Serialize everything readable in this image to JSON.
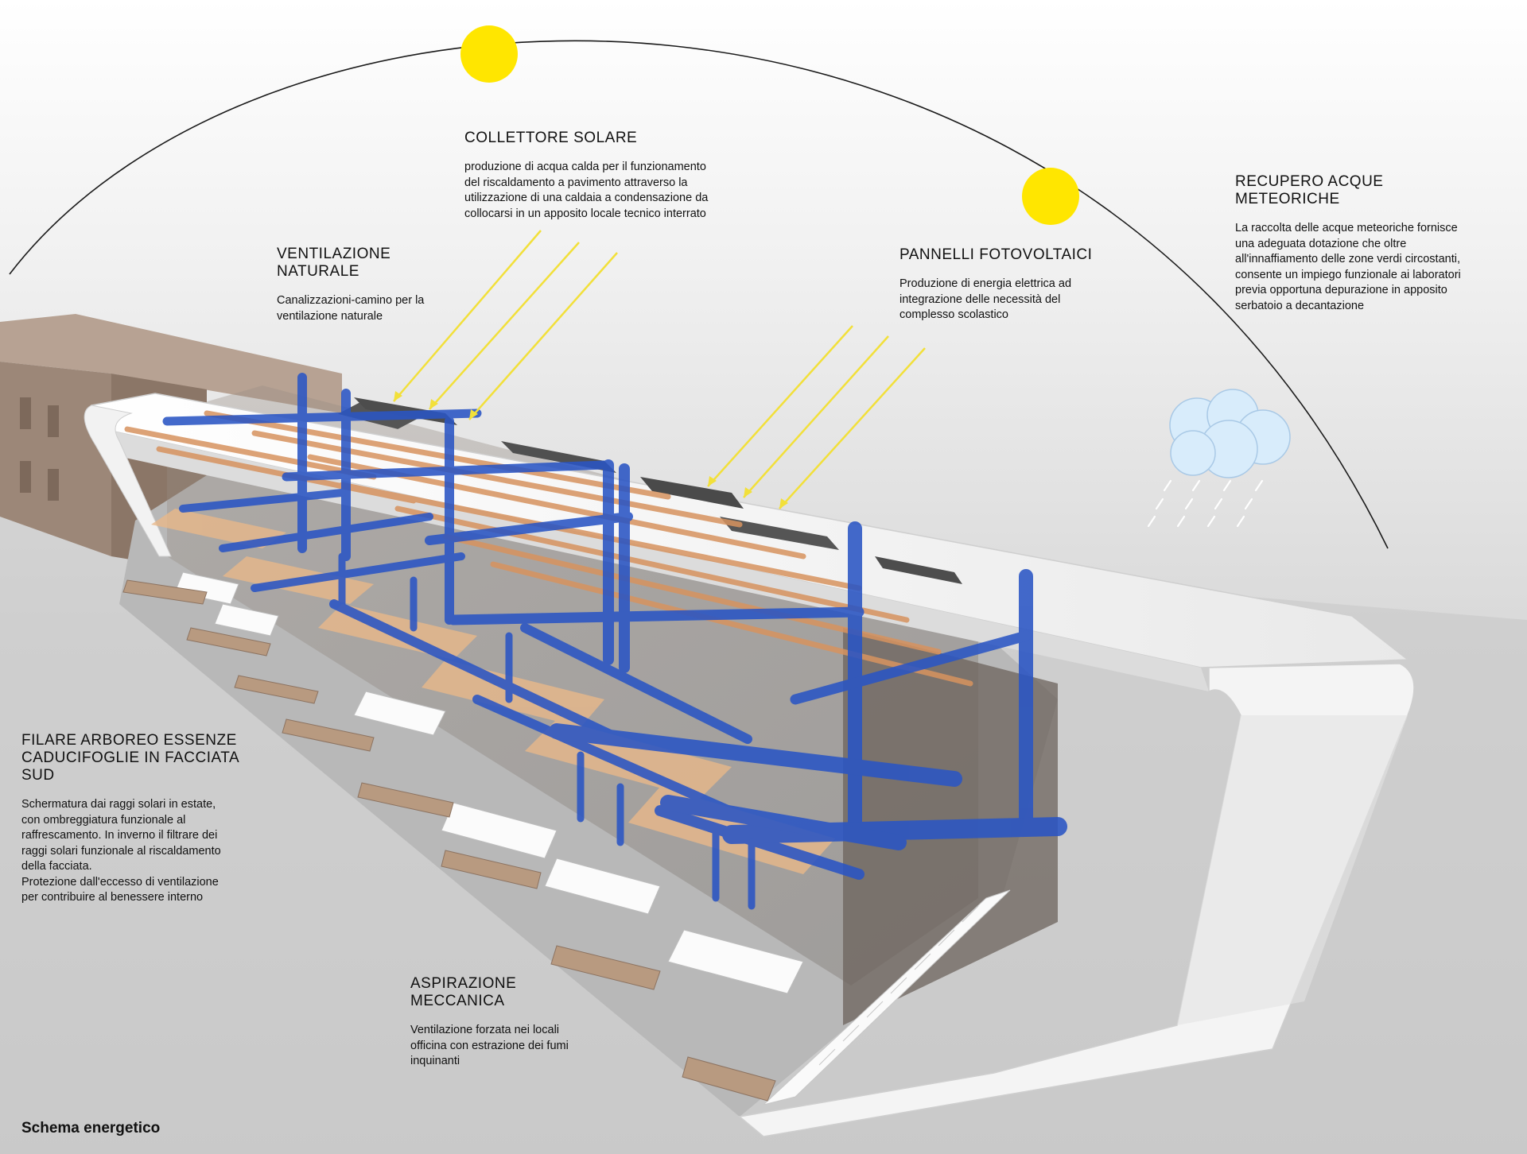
{
  "labels": {
    "collettore": {
      "title": "COLLETTORE SOLARE",
      "text": "produzione di acqua calda per il funzionamento\ndel riscaldamento a pavimento attraverso la\nutilizzazione di una caldaia a condensazione da\ncollocarsi in un apposito locale tecnico interrato"
    },
    "ventilazione": {
      "title": "VENTILAZIONE\nNATURALE",
      "text": "Canalizzazioni-camino per la\nventilazione naturale"
    },
    "pannelli": {
      "title": "PANNELLI FOTOVOLTAICI",
      "text": "Produzione di energia elettrica ad\nintegrazione delle necessità del\ncomplesso scolastico"
    },
    "recupero": {
      "title": "RECUPERO ACQUE\nMETEORICHE",
      "text": "La raccolta delle acque meteoriche fornisce\nuna adeguata dotazione che oltre\nall'innaffiamento delle zone verdi circostanti,\nconsente un impiego funzionale ai laboratori\nprevia opportuna depurazione in apposito\nserbatoio a decantazione"
    },
    "filare": {
      "title": "FILARE ARBOREO ESSENZE\nCADUCIFOGLIE IN FACCIATA\nSUD",
      "text": "Schermatura dai raggi solari in estate,\ncon ombreggiatura funzionale al\nraffrescamento. In inverno il filtrare dei\nraggi solari funzionale al riscaldamento\ndella facciata.\nProtezione dall'eccesso di ventilazione\nper contribuire al benessere interno"
    },
    "aspirazione": {
      "title": "ASPIRAZIONE\nMECCANICA",
      "text": "Ventilazione forzata nei locali\nofficina con estrazione dei fumi\ninquinanti"
    }
  },
  "caption": "Schema energetico",
  "icons": [
    "sun-icon",
    "cloud-icon",
    "rain-icon",
    "building-section-illustration"
  ],
  "colors": {
    "sun": "#ffe600",
    "rays": "#f2e03a",
    "duct": "#2a55c4",
    "cloud": "#d8ecfb",
    "wood": "#e0a070",
    "shell": "#f4f4f4",
    "masonry": "#a99080"
  }
}
